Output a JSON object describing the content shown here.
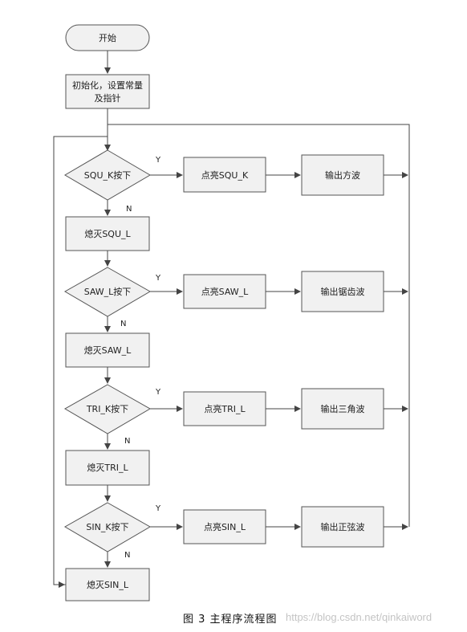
{
  "nodes": {
    "start": "开始",
    "init_line1": "初始化，设置常量",
    "init_line2": "及指针",
    "d1": "SQU_K按下",
    "p1": "点亮SQU_K",
    "o1": "输出方波",
    "f1": "熄灭SQU_L",
    "d2": "SAW_L按下",
    "p2": "点亮SAW_L",
    "o2": "输出锯齿波",
    "f2": "熄灭SAW_L",
    "d3": "TRI_K按下",
    "p3": "点亮TRI_L",
    "o3": "输出三角波",
    "f3": "熄灭TRI_L",
    "d4": "SIN_K按下",
    "p4": "点亮SIN_L",
    "o4": "输出正弦波",
    "f4": "熄灭SIN_L"
  },
  "labels": {
    "yes": "Y",
    "no": "N"
  },
  "caption": "图 3  主程序流程图",
  "watermark": "https://blog.csdn.net/qinkaiword"
}
